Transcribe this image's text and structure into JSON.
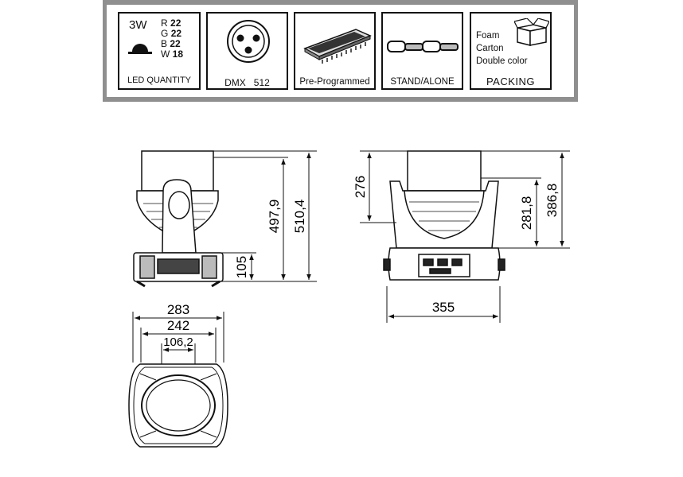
{
  "features": {
    "led": {
      "watt": "3W",
      "r_label": "R",
      "r_val": "22",
      "g_label": "G",
      "g_val": "22",
      "b_label": "B",
      "b_val": "22",
      "w_label": "W",
      "w_val": "18",
      "caption": "LED QUANTITY"
    },
    "dmx": {
      "caption": "DMX   512"
    },
    "preprog": {
      "caption": "Pre-Programmed"
    },
    "standalone": {
      "caption": "STAND/ALONE"
    },
    "packing": {
      "line1": "Foam",
      "line2": "Carton",
      "line3": "Double color",
      "caption": "PACKING"
    }
  },
  "dimensions": {
    "side_total": "510,4",
    "side_height": "497,9",
    "side_base": "105",
    "front_upper": "276",
    "front_mid": "281,8",
    "front_total": "386,8",
    "front_width": "355",
    "bottom_outer": "283",
    "bottom_mid": "242",
    "bottom_inner": "106,2"
  }
}
